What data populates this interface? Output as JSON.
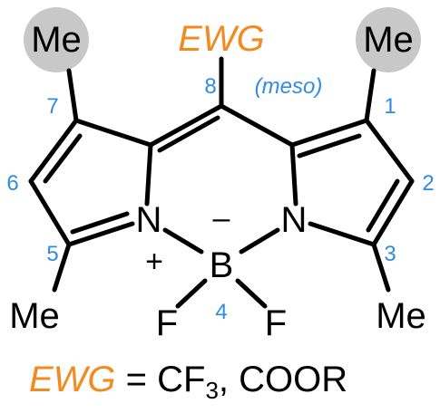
{
  "colors": {
    "accent": "#f28a1f",
    "number": "#2f8be6",
    "highlight": "#c8c8c8",
    "ink": "#000000"
  },
  "atoms": {
    "me_left": "Me",
    "me_right": "Me",
    "me_bottom_left": "Me",
    "me_bottom_right": "Me",
    "n_left": "N",
    "n_right": "N",
    "boron": "B",
    "f_left": "F",
    "f_right": "F",
    "plus": "+",
    "minus": "–"
  },
  "top_substituent": "EWG",
  "position_labels": {
    "p8": "8",
    "meso": "(meso)",
    "p7": "7",
    "p1": "1",
    "p6": "6",
    "p2": "2",
    "p5": "5",
    "p3": "3",
    "p4": "4"
  },
  "footer": {
    "ewg": "EWG",
    "equals": " = CF",
    "subscript": "3",
    "rest": ", COOR"
  }
}
